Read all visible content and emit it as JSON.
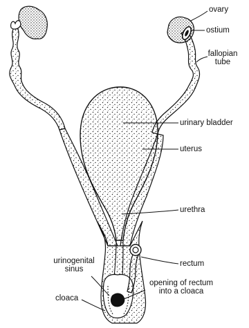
{
  "labels": {
    "ovary": "ovary",
    "ostium": "ostium",
    "fallopian_tube_1": "fallopian",
    "fallopian_tube_2": "tube",
    "urinary_bladder": "urinary bladder",
    "uterus": "uterus",
    "urethra": "urethra",
    "urinogenital_sinus_1": "urinogenital",
    "urinogenital_sinus_2": "sinus",
    "rectum": "rectum",
    "opening_1": "opening of rectum",
    "opening_2": "into a cloaca",
    "cloaca": "cloaca"
  },
  "colors": {
    "ink": "#111111",
    "paper": "#ffffff"
  }
}
